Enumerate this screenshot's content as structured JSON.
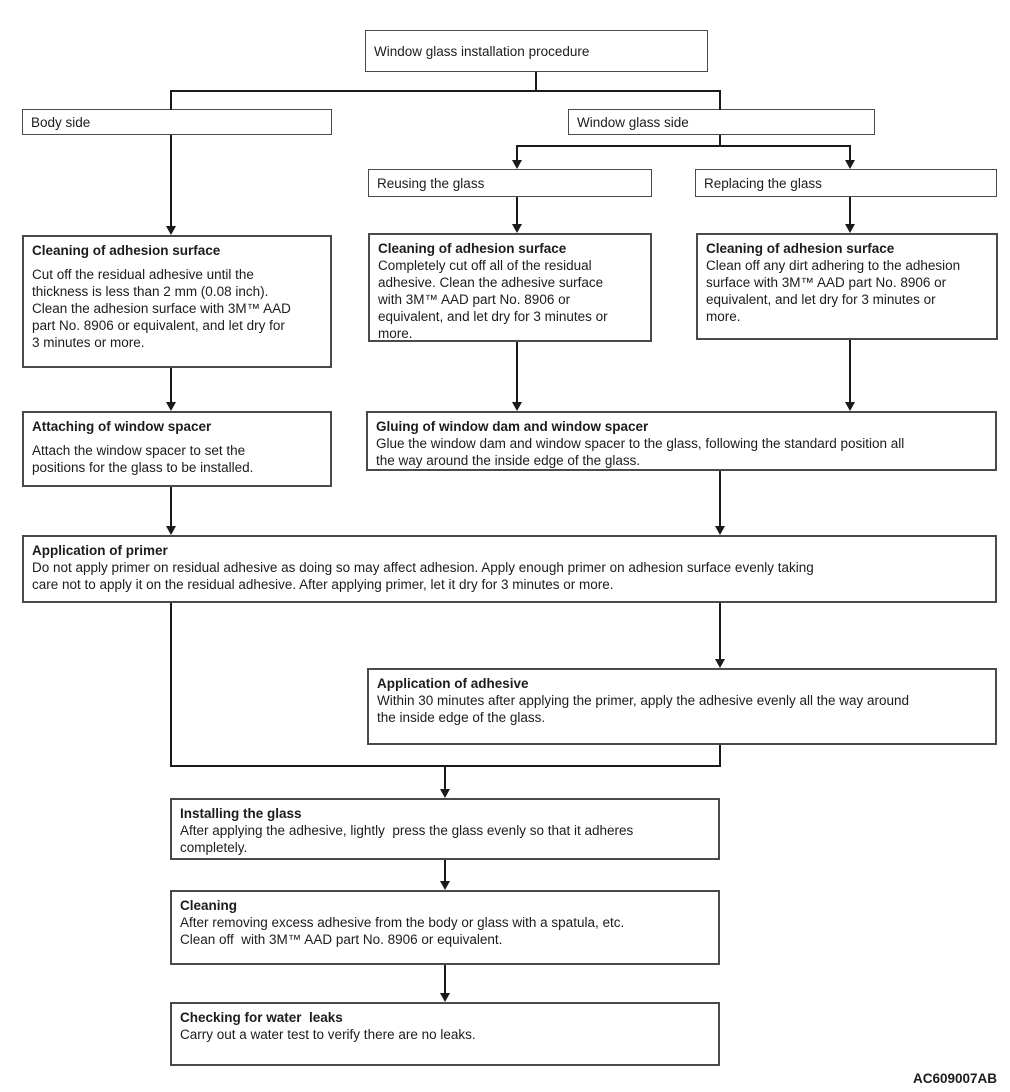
{
  "diagram": {
    "code": "AC609007AB",
    "colors": {
      "background": "#ffffff",
      "box_border": "#4a4a4a",
      "line": "#1a1a1a",
      "text": "#1c1c1c"
    },
    "nodes": {
      "root": {
        "label": "Window glass installation procedure"
      },
      "body_side": {
        "label": "Body side"
      },
      "window_glass_side": {
        "label": "Window glass side"
      },
      "reusing": {
        "label": "Reusing the glass"
      },
      "replacing": {
        "label": "Replacing  the glass"
      },
      "clean_body": {
        "title": "Cleaning of adhesion surface",
        "body": "Cut off the residual adhesive until the\nthickness is less than 2 mm (0.08 inch).\nClean the adhesion surface with 3M™ AAD\npart No. 8906 or equivalent, and let dry for\n3 minutes or more."
      },
      "clean_reuse": {
        "title": "Cleaning of adhesion surface",
        "body": "Completely cut off all of the residual\nadhesive. Clean the adhesive surface\nwith 3M™ AAD part No. 8906 or\nequivalent, and let dry for 3 minutes or\nmore."
      },
      "clean_replace": {
        "title": "Cleaning of adhesion surface",
        "body": "Clean off any dirt adhering to the adhesion\nsurface with 3M™ AAD part No. 8906 or\nequivalent, and let dry for 3 minutes or\nmore."
      },
      "attach_spacer": {
        "title": "Attaching of window spacer",
        "body": "Attach the window spacer to set the\npositions for the glass to be installed."
      },
      "gluing": {
        "title": "Gluing of window dam and window spacer",
        "body": "Glue the window dam and window spacer to the glass, following the standard position all\nthe way around the inside edge of the glass."
      },
      "primer": {
        "title": "Application of primer",
        "body": "Do not apply primer on residual adhesive as doing so may affect adhesion. Apply enough primer on adhesion surface evenly taking\ncare not to apply it on the residual adhesive. After applying primer, let it dry for 3 minutes or more."
      },
      "adhesive": {
        "title": "Application of adhesive",
        "body": "Within 30 minutes after applying the primer, apply the adhesive evenly all the way around\nthe inside edge of the glass."
      },
      "installing": {
        "title": "Installing the glass",
        "body": "After applying the adhesive, lightly  press the glass evenly so that it adheres\ncompletely."
      },
      "cleaning": {
        "title": "Cleaning",
        "body": "After removing excess adhesive from the body or glass with a spatula, etc.\nClean off  with 3M™ AAD part No. 8906 or equivalent."
      },
      "checking": {
        "title": "Checking for water  leaks",
        "body": "Carry out a water test to verify there are no leaks."
      }
    }
  }
}
